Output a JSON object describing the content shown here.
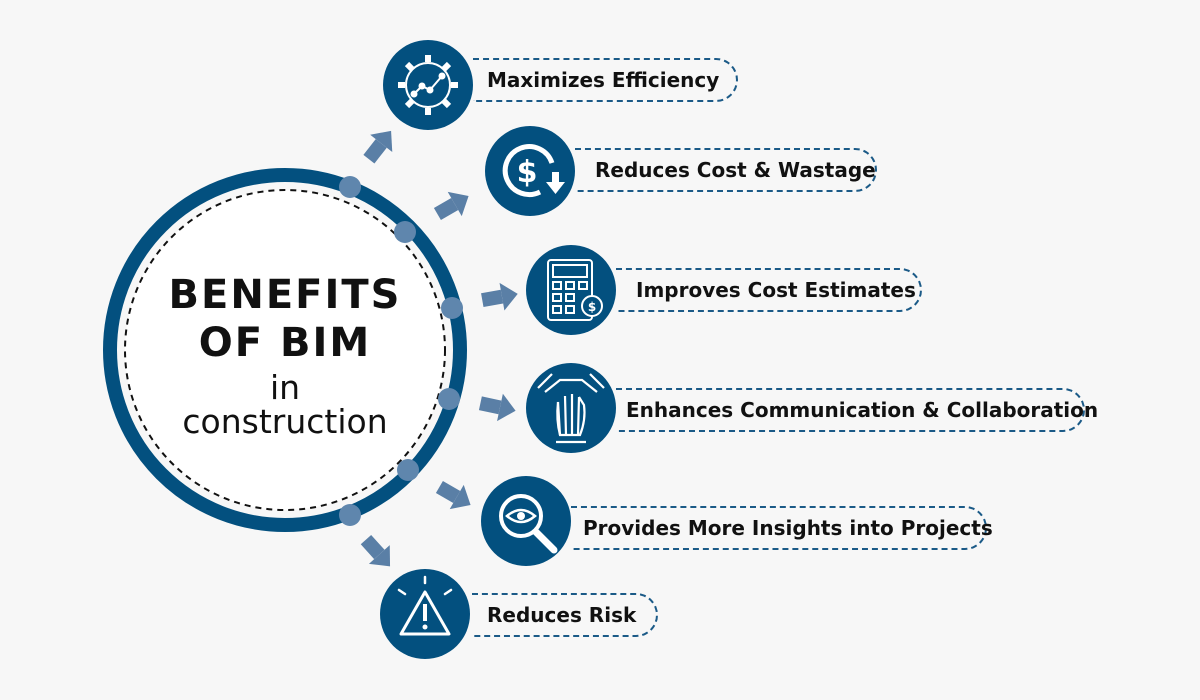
{
  "title": {
    "line1": "BENEFITS",
    "line2": "OF BIM",
    "line3": "in",
    "line4": "construction"
  },
  "colors": {
    "navy": "#03507f",
    "arrow": "#5a7fa6",
    "dot": "#5f86ad",
    "dashed": "#1b5a87",
    "text": "#111111"
  },
  "benefits": [
    {
      "label": "Maximizes Efficiency",
      "icon": "gear-chart-icon"
    },
    {
      "label": "Reduces Cost & Wastage",
      "icon": "dollar-down-icon"
    },
    {
      "label": "Improves Cost Estimates",
      "icon": "calculator-dollar-icon"
    },
    {
      "label": "Enhances Communication & Collaboration",
      "icon": "hands-collaboration-icon"
    },
    {
      "label": "Provides More Insights into Projects",
      "icon": "magnifier-eye-icon"
    },
    {
      "label": "Reduces Risk",
      "icon": "warning-triangle-icon"
    }
  ]
}
